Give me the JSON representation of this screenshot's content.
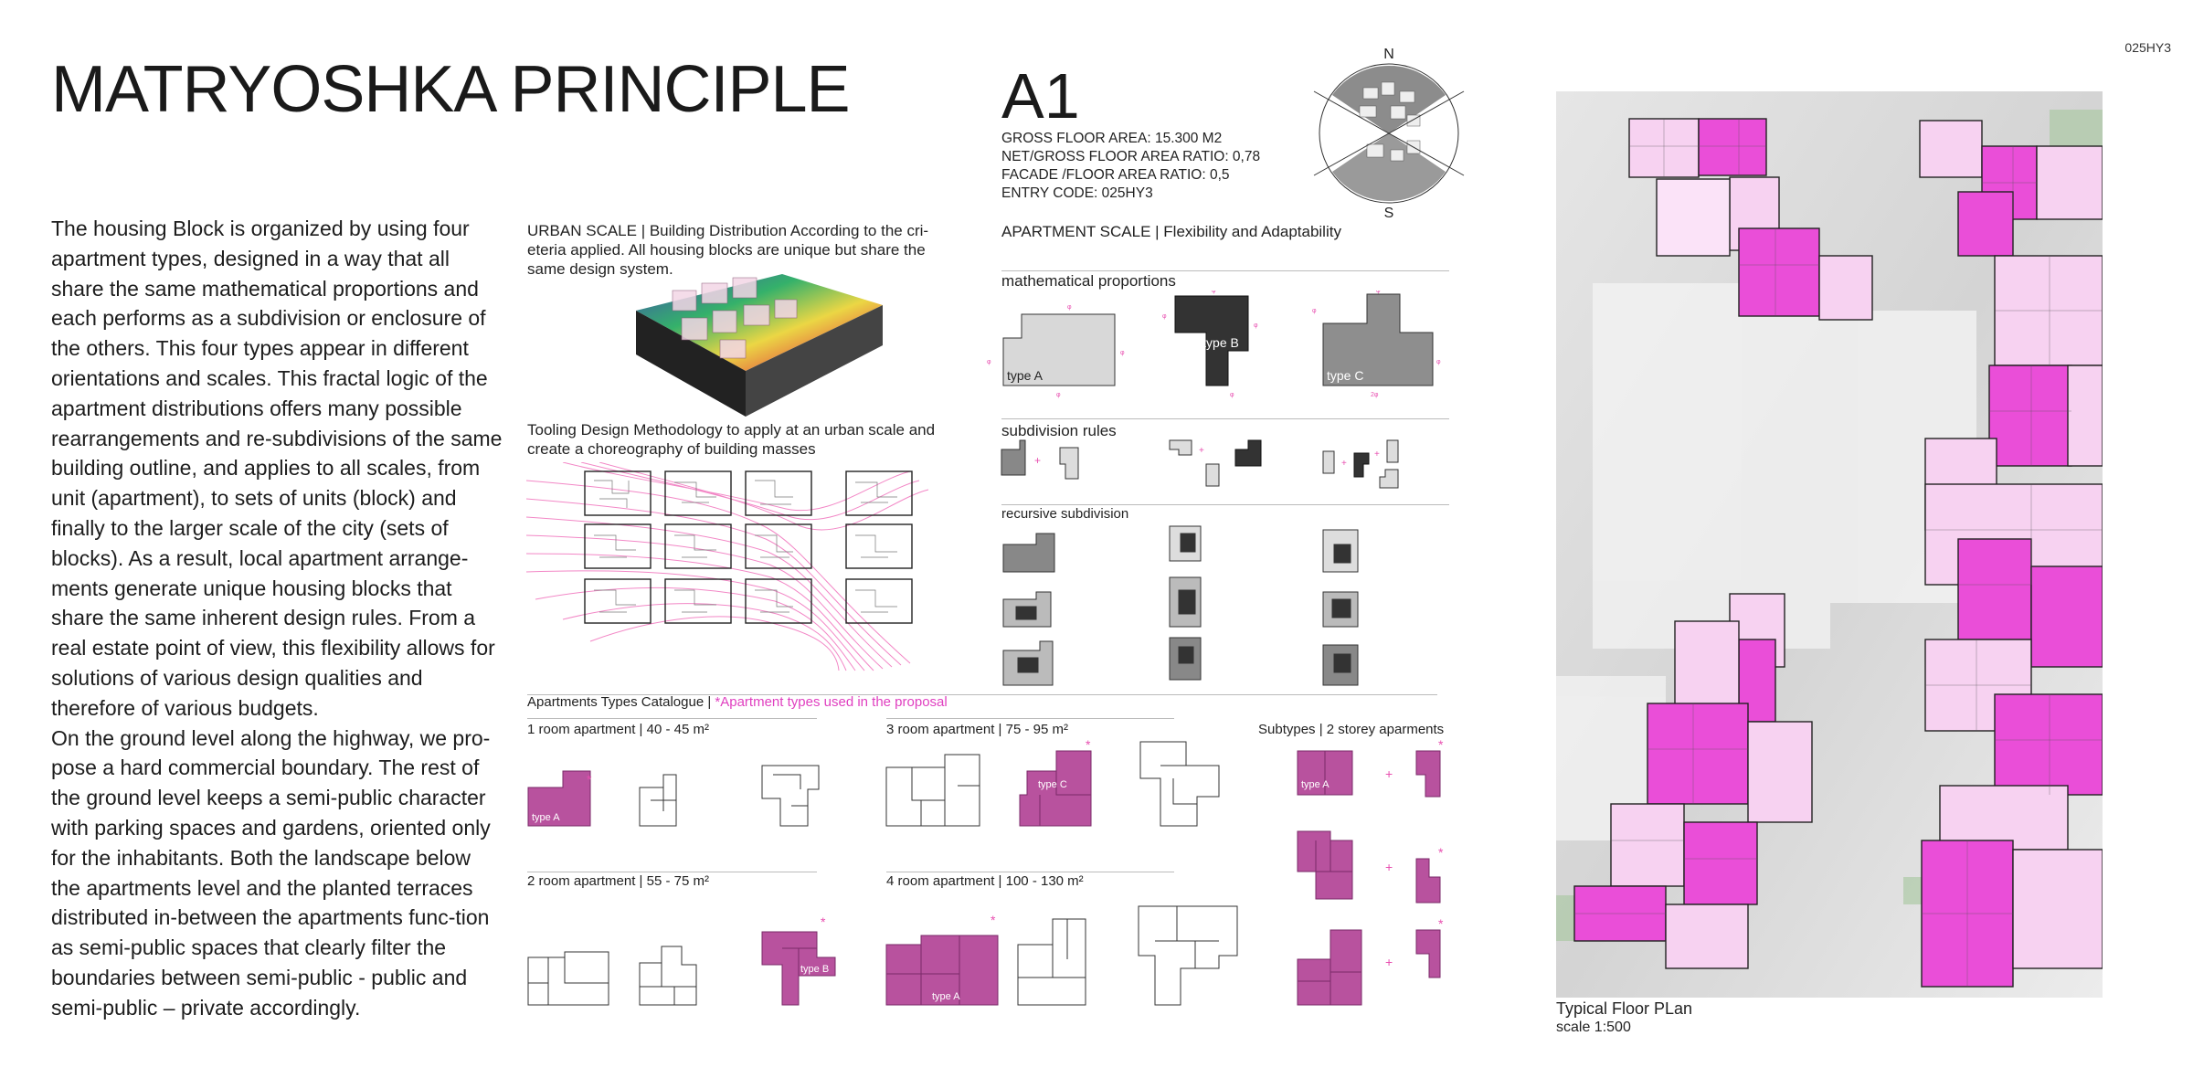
{
  "header": {
    "title": "MATRYOSHKA PRINCIPLE",
    "entry_code_corner": "025HY3"
  },
  "intro": {
    "paragraph_1": "The housing Block is organized by using four apartment types, designed in a way that all share the same mathematical proportions and each performs as a subdivision or enclosure of the others. This four types appear in different orientations and scales. This fractal logic of the apartment distributions offers many possible rearrangements and re-subdivisions of the same building outline, and applies to all scales, from unit (apartment), to sets of units (block) and finally to the larger scale of the city (sets of blocks).  As a result, local apartment arrange-ments generate unique housing blocks that share the same inherent design rules. From a real estate point of view, this flexibility allows for solutions of various design qualities and therefore of various budgets.",
    "paragraph_2": "On the ground level along the highway, we pro-pose a hard commercial boundary. The rest of the ground level keeps a semi-public character with parking spaces and gardens, oriented only for the inhabitants. Both the landscape below the apartments level and the planted terraces distributed in-between the apartments func-tion as semi-public spaces that clearly filter the boundaries between semi-public - public and semi-public – private accordingly."
  },
  "urban": {
    "heading": "URBAN SCALE  |  Building Distribution According to the cri-eteria applied. All housing blocks are unique but share the same design system.",
    "tooling_heading": "Tooling Design Methodology to apply at an urban scale and create a choreography of building masses"
  },
  "block": {
    "id": "A1",
    "stats": [
      "GROSS FLOOR AREA: 15.300 M2",
      "NET/GROSS FLOOR AREA RATIO: 0,78",
      "FACADE /FLOOR AREA RATIO: 0,5",
      "ENTRY CODE: 025HY3"
    ],
    "compass_n": "N",
    "compass_s": "S"
  },
  "apartment_scale": {
    "heading": "APARTMENT SCALE  |  Flexibility and Adaptability",
    "math_label": "mathematical proportions",
    "subdivision_label": "subdivision rules",
    "recursive_label": "recursive subdivision",
    "type_a": "type A",
    "type_b": "type B",
    "type_c": "type C"
  },
  "catalogue": {
    "heading": "Apartments Types Catalogue  |  ",
    "note": "*Apartment types used in the proposal",
    "room1": "1 room apartment  |  40 - 45 m²",
    "room2": "2 room apartment  |  55 - 75 m²",
    "room3": "3 room apartment  |  75 - 95 m²",
    "room4": "4 room apartment  |  100 - 130 m²",
    "subtypes": "Subtypes  |  2 storey aparments",
    "tag_a": "type A",
    "tag_b": "type B",
    "tag_c": "type C",
    "star": "*",
    "plus": "+"
  },
  "plan": {
    "caption": "Typical Floor PLan",
    "scale": "scale 1:500"
  },
  "colors": {
    "magenta": "#e84ad8",
    "magenta_dark": "#b8529e",
    "pink_light": "#f4c8ee",
    "accent_pink": "#e84fb0"
  }
}
